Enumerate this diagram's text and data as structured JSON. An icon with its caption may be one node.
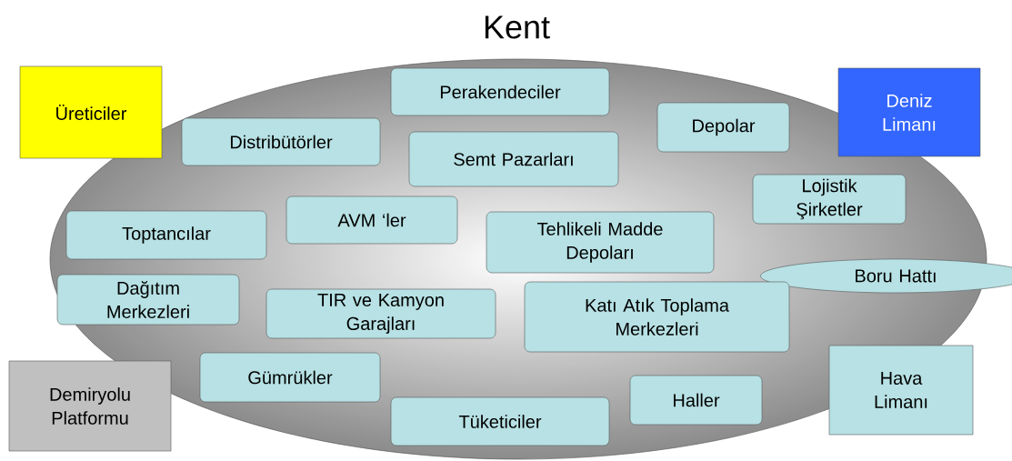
{
  "diagram": {
    "nodes": [
      {
        "text": [
          "Kent"
        ]
      },
      {
        "text": [
          "Üreticiler"
        ]
      },
      {
        "text": [
          "Perakendeciler"
        ],
        "in": 0
      },
      {
        "text": [
          "Deniz Limanı"
        ]
      },
      {
        "text": [
          "Distribütörler"
        ],
        "in": 0
      },
      {
        "text": [
          "Semt Pazarları"
        ],
        "in": 0
      },
      {
        "text": [
          "Depolar"
        ],
        "in": 0
      },
      {
        "text": [
          "Lojistik Şirketler"
        ],
        "in": 0
      },
      {
        "text": [
          "AVM ‘ler"
        ],
        "in": 0
      },
      {
        "text": [
          "Toptancılar"
        ],
        "in": 0
      },
      {
        "text": [
          "Tehlikeli Madde Depoları"
        ],
        "in": 0
      },
      {
        "text": [
          "Boru Hattı"
        ]
      },
      {
        "text": [
          "Dağıtım Merkezleri"
        ],
        "in": 0
      },
      {
        "text": [
          "TIR ve Kamyon Garajları"
        ],
        "in": 0
      },
      {
        "text": [
          "Katı Atık Toplama Merkezleri"
        ],
        "in": 0
      },
      {
        "text": [
          "Gümrükler"
        ],
        "in": 0
      },
      {
        "text": [
          "Demiryolu Platformu"
        ]
      },
      {
        "text": [
          "Hava Limanı"
        ]
      },
      {
        "text": [
          "Haller"
        ],
        "in": 0
      },
      {
        "text": [
          "Tüketiciler"
        ],
        "in": 0
      }
    ]
  }
}
